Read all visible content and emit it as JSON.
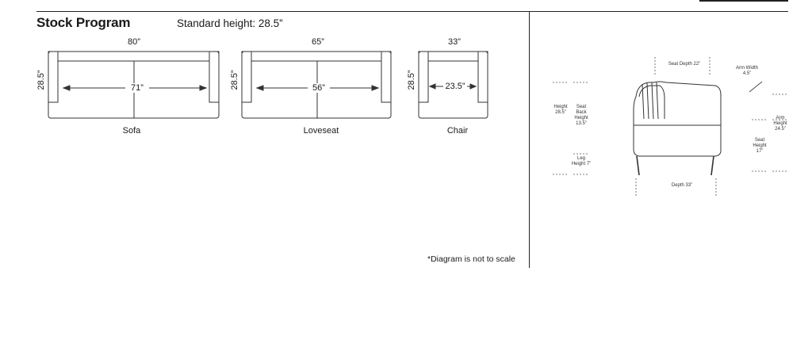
{
  "header": {
    "title": "Stock Program",
    "standard_height": "Standard height: 28.5”"
  },
  "sofa": {
    "width": "80”",
    "height": "28.5”",
    "inner": "71”",
    "name": "Sofa"
  },
  "loveseat": {
    "width": "65”",
    "height": "28.5”",
    "inner": "56”",
    "name": "Loveseat"
  },
  "chair": {
    "width": "33”",
    "height": "28.5”",
    "inner": "23.5”",
    "name": "Chair"
  },
  "side_view": {
    "seat_depth": "Seat Depth 22”",
    "arm_width": "Arm Width 4.5”",
    "height": "Height 28.5”",
    "seat_back_height": "Seat Back Height 13.5”",
    "leg_height": "Leg Height 7”",
    "depth": "Depth 33”",
    "arm_height": "Arm Height 24.5”",
    "seat_height": "Seat Height 17”"
  },
  "footnote": "*Diagram is not to scale"
}
